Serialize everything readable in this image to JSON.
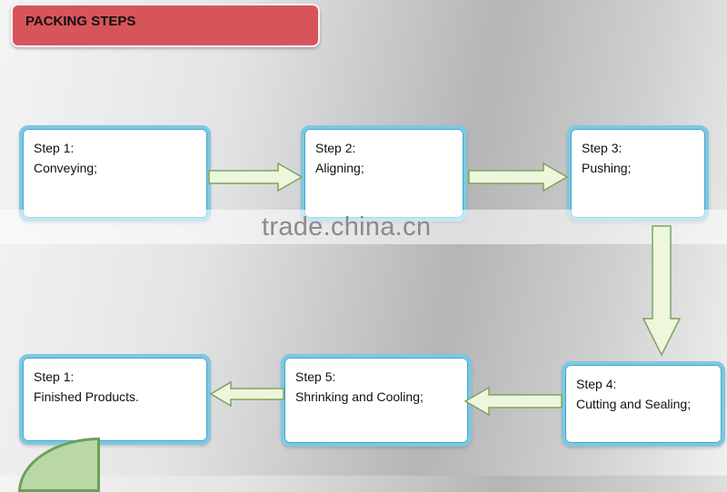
{
  "title": "PACKING STEPS",
  "watermark": "trade.china.cn",
  "steps": [
    {
      "label": "Step 1:",
      "text": "Conveying;"
    },
    {
      "label": "Step 2:",
      "text": "Aligning;"
    },
    {
      "label": "Step 3:",
      "text": "Pushing;"
    },
    {
      "label": "Step 4:",
      "text": "Cutting and Sealing;"
    },
    {
      "label": "Step 5:",
      "text": "Shrinking and Cooling;"
    },
    {
      "label": "Step 1:",
      "text": "Finished Products."
    }
  ],
  "colors": {
    "title_bg": "#d8545b",
    "box_border": "#7fc7e0",
    "arrow_fill": "#eef6dc",
    "arrow_stroke": "#7aa55f"
  }
}
